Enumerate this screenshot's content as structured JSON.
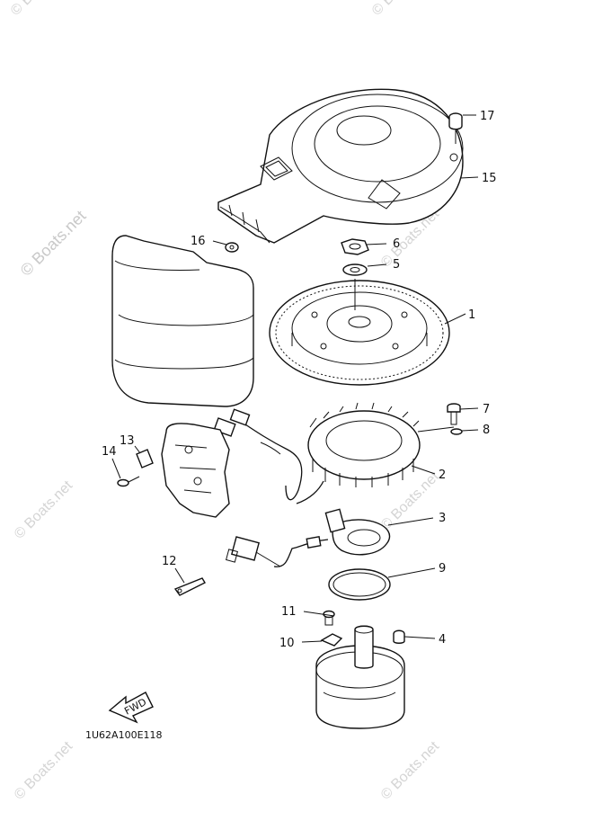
{
  "diagram": {
    "watermark": "© Boats.net",
    "drawing_code": "1U62A100E118",
    "fwd_label": "FWD",
    "callouts": {
      "p1": "1",
      "p2": "2",
      "p3": "3",
      "p4": "4",
      "p5": "5",
      "p6": "6",
      "p7": "7",
      "p8": "8",
      "p9": "9",
      "p10": "10",
      "p11": "11",
      "p12": "12",
      "p13": "13",
      "p14": "14",
      "p15": "15",
      "p16": "16",
      "p17": "17"
    }
  }
}
